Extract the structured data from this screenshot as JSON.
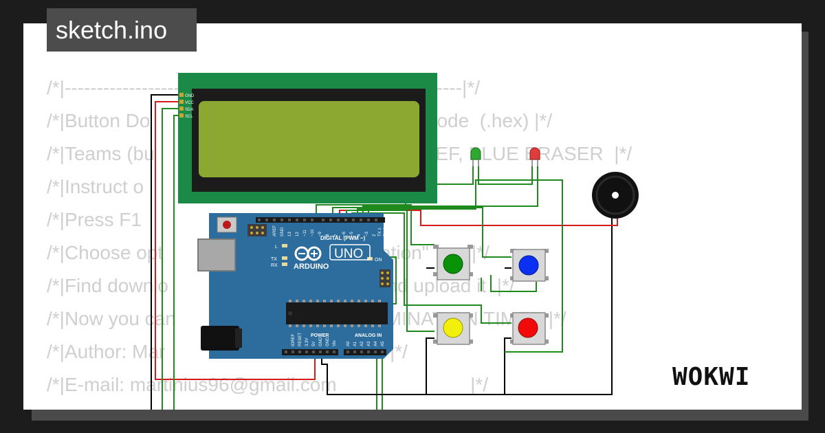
{
  "tab": {
    "filename": "sketch.ino"
  },
  "brand": {
    "logo_text": "WOKWI"
  },
  "code": {
    "lines": [
      "/*|--------------------------------------------------------------|*/",
      "/*|Button Do                                   r machine code  (.hex) |*/",
      "/*|Teams (bu                                  YELLOW REF, BLUE ERASER  |*/",
      "/*|Instruct o                                       |*/",
      "/*|Press F1                                      |*/",
      "/*|Choose opt                  nd Start Simulation\"        |*/",
      "/*|Find downlo                  e in your PC and upload it  |*/",
      "/*|Now you can                  ion  of  of DOMINATION TIMER |*/",
      "/*|Author: Mar                                          |*/",
      "/*|E-mail: martinius96@gmail.com                         |*/",
      "/*|--------------------------------------------------------------|*/"
    ]
  },
  "lcd": {
    "pin_labels": [
      "GND",
      "VCC",
      "SDA",
      "SCL"
    ]
  },
  "arduino": {
    "model": "UNO",
    "brand": "ARDUINO",
    "digital_header": "DIGITAL (PWM ~)",
    "power_header": "POWER",
    "analog_header": "ANALOG IN",
    "led_labels": [
      "L",
      "TX",
      "RX",
      "ON"
    ],
    "top_pins": [
      "AREF",
      "GND",
      "13",
      "12",
      "~11",
      "~10",
      "~9",
      "8",
      "7",
      "~6",
      "~5",
      "4",
      "~3",
      "2",
      "TX 1",
      "RX 0"
    ],
    "power_pins": [
      "IOREF",
      "RESET",
      "3.3V",
      "5V",
      "GND",
      "GND",
      "Vin"
    ],
    "analog_pins": [
      "A0",
      "A1",
      "A2",
      "A3",
      "A4",
      "A5"
    ]
  },
  "colors": {
    "board": "#2d6d9d",
    "lcd_pcb": "#1b8a46",
    "lcd_screen": "#8da830",
    "wire_green": "#1e8a1e",
    "wire_red": "#d61a1a",
    "wire_black": "#000000",
    "button_green": "#079207",
    "button_blue": "#0a31f2",
    "button_yellow": "#f2ef0a",
    "button_red": "#f20a0a"
  }
}
